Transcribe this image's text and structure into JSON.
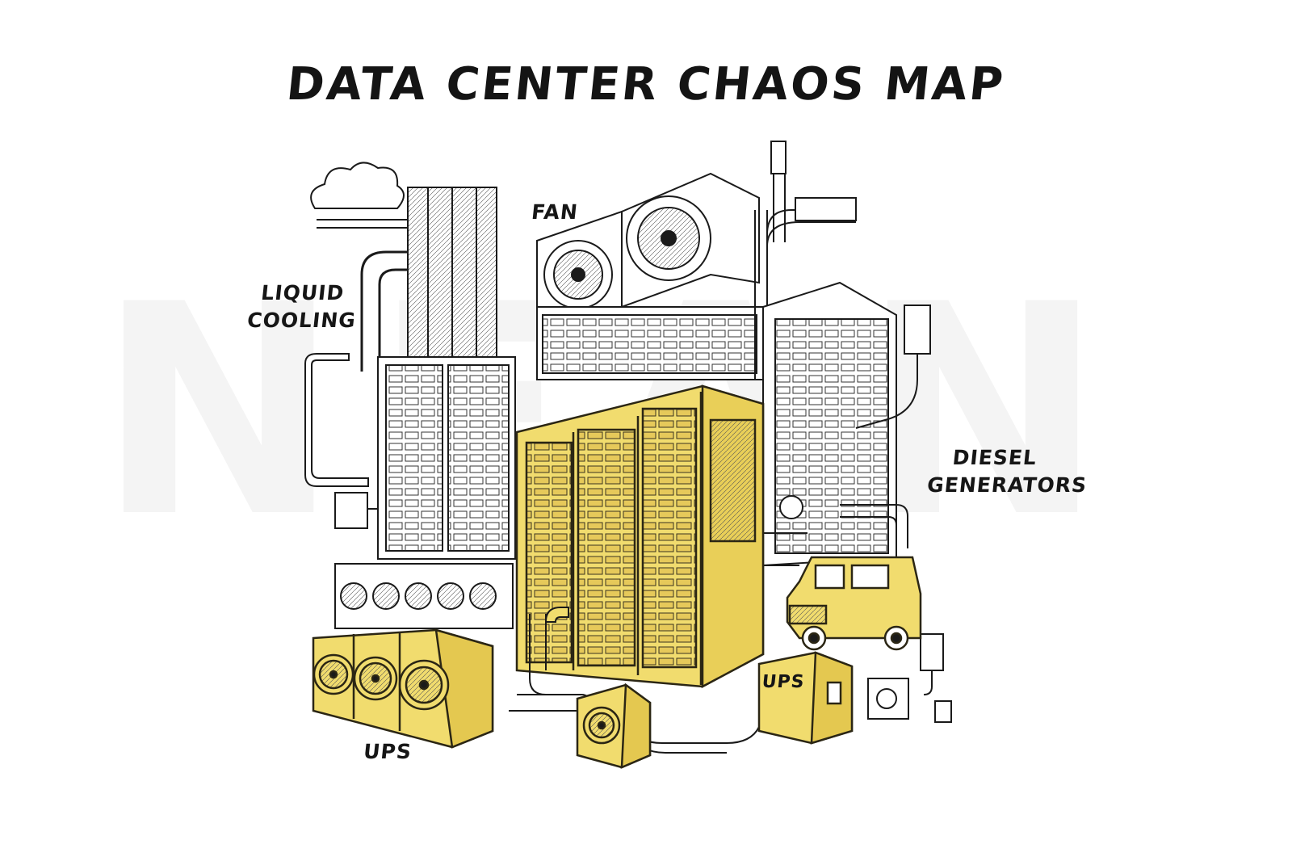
{
  "title": "DATA CENTER CHAOS MAP",
  "watermark": "NEAN",
  "labels": {
    "fan": "FAN",
    "liquid_cooling_line1": "LIQUID",
    "liquid_cooling_line2": "COOLING",
    "diesel_line1": "DIESEL",
    "diesel_line2": "GENERATORS",
    "ups_bottom": "UPS",
    "ups_box": "UPS"
  },
  "colors": {
    "highlight": "#f1dc6e",
    "ink": "#1a1a1a",
    "background": "#ffffff"
  }
}
